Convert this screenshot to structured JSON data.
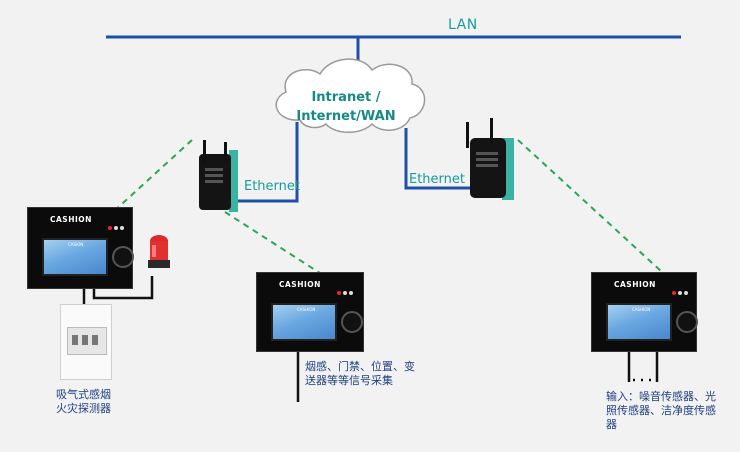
{
  "lan": {
    "label": "LAN"
  },
  "cloud": {
    "line1": "Intranet /",
    "line2": "Internet/WAN"
  },
  "ethernet_left": "Ethernet",
  "ethernet_right": "Ethernet",
  "terminals": {
    "brand": "CASHION"
  },
  "left_terminal": {
    "screen_text": "CASION"
  },
  "mid_terminal": {
    "screen_text": "CASHION"
  },
  "right_terminal": {
    "screen_text": "CASHION"
  },
  "detector": {
    "label_line1": "吸气式感烟",
    "label_line2": "火灾探测器"
  },
  "mid_caption": {
    "line1": "烟感、门禁、位置、变",
    "line2": "送器等等信号采集"
  },
  "right_caption": {
    "line1": "输入：噪音传感器、光",
    "line2": "照传感器、洁净度传感",
    "line3": "器"
  },
  "colors": {
    "lan_line": "#1f4fa8",
    "wifi_dashed": "#2aa55a",
    "accent_text": "#1a9a9a"
  }
}
